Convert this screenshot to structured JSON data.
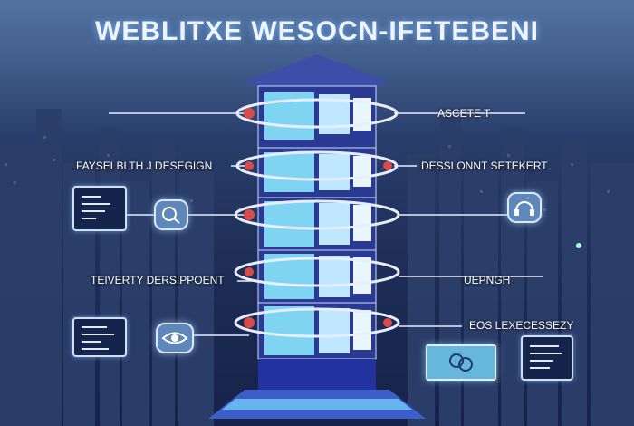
{
  "title": "WEBLITXE WESOCN-IFETEBENI",
  "labels": {
    "top_right": "ASCETE T",
    "left_1": "FAYSELBLTH J DESEGIGN",
    "right_1": "DESSLONNT SETEKERT",
    "left_2": "TEIVERTY DERSIPPOENT",
    "right_2": "UEPNGH",
    "right_3": "EOS LEXECESSEZY"
  },
  "colors": {
    "background_top": "#3e5a86",
    "background_bottom": "#16224a",
    "tower_face": "#2d3e9a",
    "accent_cyan": "#6bd6ff",
    "accent_red": "#d94a4a",
    "line": "#e6eeff"
  },
  "icons": {
    "left_card_1": "document-list-icon",
    "left_round_1": "search-icon",
    "right_round_1": "headset-icon",
    "left_card_2": "document-list-icon",
    "left_round_2": "eye-icon",
    "right_blue_card": "chat-bubbles-icon",
    "right_card": "document-list-icon"
  }
}
